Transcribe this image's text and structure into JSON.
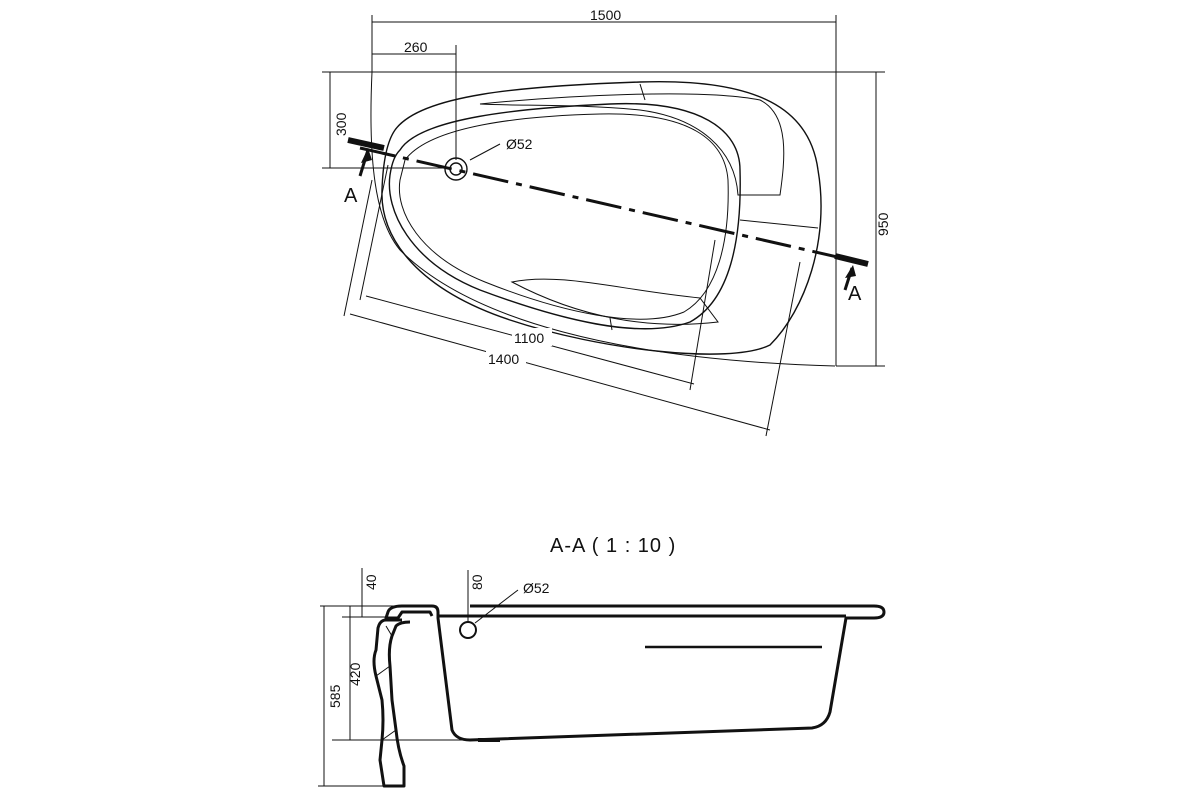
{
  "plan_view": {
    "dimensions": {
      "overall_width": "1500",
      "drain_offset_x": "260",
      "drain_offset_y": "300",
      "overall_depth": "950",
      "inner_length": "1100",
      "outer_length": "1400",
      "drain_diameter": "Ø52"
    },
    "section_markers": [
      "A",
      "A"
    ]
  },
  "section_view": {
    "title": "A-A  ( 1 : 10 )",
    "dimensions": {
      "rim_thickness": "40",
      "drain_height": "80",
      "drain_diameter": "Ø52",
      "inner_depth": "420",
      "total_height": "585"
    }
  }
}
